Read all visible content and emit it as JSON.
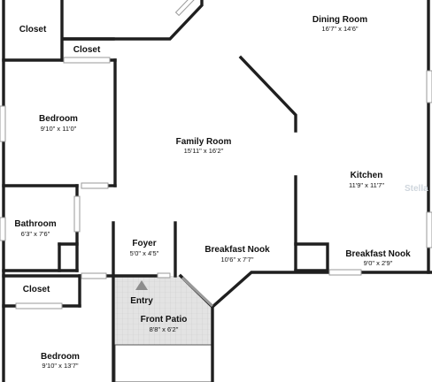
{
  "rooms": [
    {
      "key": "closet_top",
      "name": "Closet",
      "size": ""
    },
    {
      "key": "closet_mid",
      "name": "Closet",
      "size": ""
    },
    {
      "key": "dining",
      "name": "Dining Room",
      "size": "16'7\" x 14'6\""
    },
    {
      "key": "bedroom_top",
      "name": "Bedroom",
      "size": "9'10\" x 11'0\""
    },
    {
      "key": "family",
      "name": "Family Room",
      "size": "15'11\" x 16'2\""
    },
    {
      "key": "kitchen",
      "name": "Kitchen",
      "size": "11'9\" x 11'7\""
    },
    {
      "key": "bathroom",
      "name": "Bathroom",
      "size": "6'3\" x 7'6\""
    },
    {
      "key": "foyer",
      "name": "Foyer",
      "size": "5'0\" x 4'5\""
    },
    {
      "key": "nook_center",
      "name": "Breakfast Nook",
      "size": "10'6\" x 7'7\""
    },
    {
      "key": "nook_right",
      "name": "Breakfast Nook",
      "size": "9'0\" x 2'9\""
    },
    {
      "key": "closet_bottom",
      "name": "Closet",
      "size": ""
    },
    {
      "key": "entry",
      "name": "Entry",
      "size": ""
    },
    {
      "key": "patio",
      "name": "Front Patio",
      "size": "8'8\" x 6'2\""
    },
    {
      "key": "bedroom_bottom",
      "name": "Bedroom",
      "size": "9'10\" x 13'7\""
    }
  ],
  "watermark": "Stella",
  "colors": {
    "wall": "#1f1f1f",
    "patio_fill": "#e3e3e3",
    "marker": "#8d8d8d",
    "window": "#9a9a9a"
  },
  "icons": {
    "entry_marker": "triangle-up-icon"
  }
}
